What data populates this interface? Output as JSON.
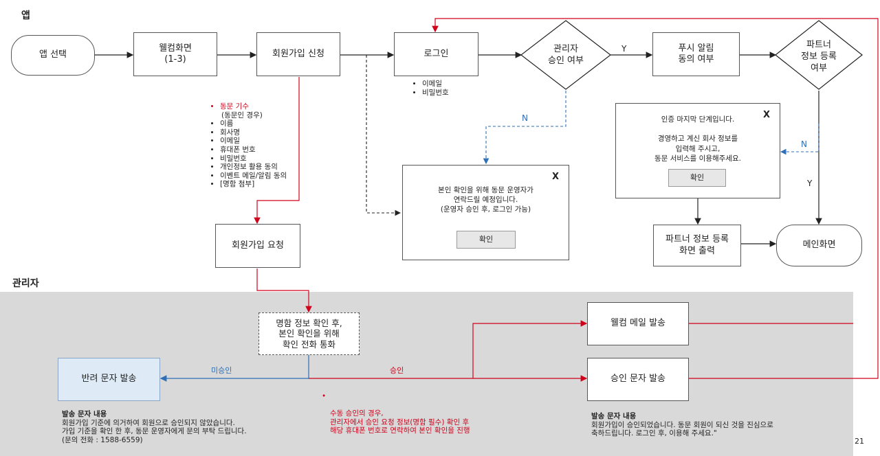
{
  "sections": {
    "app": "앱",
    "admin": "관리자"
  },
  "nodes": {
    "app_select": "앱 선택",
    "welcome": "웰컴화면\n(1-3)",
    "signup": "회원가입 신청",
    "login": "로그인",
    "admin_approval": "관리자\n승인 여부",
    "push_consent": "푸시 알림\n동의 여부",
    "partner_info": "파트너\n정보 등록\n여부",
    "partner_screen": "파트너 정보 등록\n화면 출력",
    "main_screen": "메인화면",
    "signup_request": "회원가입 요청",
    "card_check": "명함 정보 확인 후,\n본인 확인을 위해\n확인 전화 통화",
    "reject_sms": "반려 문자 발송",
    "welcome_mail": "웰컴 메일 발송",
    "approve_sms": "승인 문자 발송"
  },
  "login_fields": [
    "이메일",
    "비밀번호"
  ],
  "signup_fields": [
    {
      "text": "동문 기수",
      "highlight": true
    },
    {
      "text": "(동문인 경우)",
      "indent": true
    },
    {
      "text": "이름"
    },
    {
      "text": "회사명"
    },
    {
      "text": "이메일"
    },
    {
      "text": "휴대폰 번호"
    },
    {
      "text": "비밀번호"
    },
    {
      "text": "개인정보 활용 동의"
    },
    {
      "text": "이벤트 메일/알림 동의"
    },
    {
      "text": "[명함 첨부]"
    }
  ],
  "popup_pending": {
    "close": "X",
    "message": "본인 확인을 위해 동문 운영자가\n연락드릴 예정입니다.\n(운영자 승인 후, 로그인 가능)",
    "confirm": "확인"
  },
  "popup_partner": {
    "close": "X",
    "message": "인증 마지막 단계입니다.\n\n경영하고 계신 회사 정보를\n입력해 주시고,\n동문 서비스를 이용해주세요.",
    "confirm": "확인"
  },
  "edge_labels": {
    "y1": "Y",
    "n1": "N",
    "n2": "N",
    "y2": "Y",
    "unapproved": "미승인",
    "approved": "승인"
  },
  "manual_note": "수동 승인의 경우,\n관리자에서 승인 요청 정보(명함 필수) 확인 후\n해당 휴대폰 번호로 연락하여 본인 확인을 진행",
  "reject_msg": {
    "title": "발송 문자 내용",
    "body": "회원가입 기준에 의거하여 회원으로 승인되지 않았습니다.\n가입 기준을 확인 한 후, 동문 운영자에게 문의 부탁 드립니다.\n(문의 전화 : 1588-6559)"
  },
  "approve_msg": {
    "title": "발송 문자 내용",
    "body": "회원가입이 승인되었습니다. 동문 회원이 되신 것을 진심으로\n축하드립니다. 로그인 후, 이용해 주세요.\""
  },
  "page_number": "21"
}
